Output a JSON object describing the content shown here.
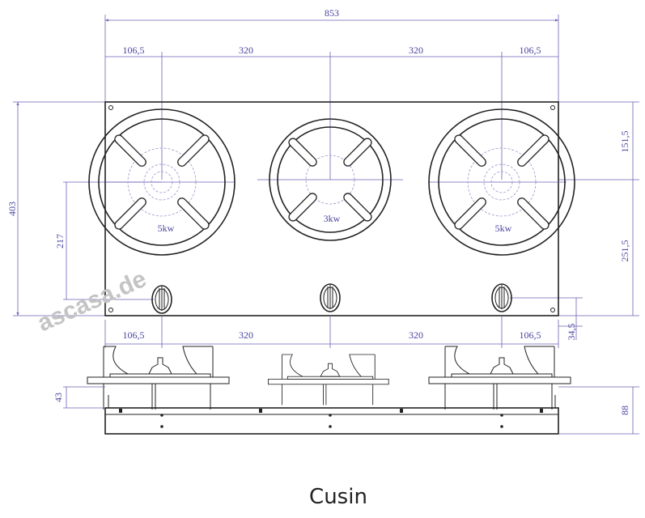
{
  "drawing": {
    "title": "Cusin",
    "watermark": "ascasa.de",
    "dimensions": {
      "total_width": "853",
      "top_left_offset": "106,5",
      "top_spacing_1": "320",
      "top_spacing_2": "320",
      "top_right_offset": "106,5",
      "total_depth": "403",
      "burner_axis_from_bottom": "217",
      "top_to_burner_axis": "151,5",
      "burner_axis_to_bottom": "251,5",
      "knob_offset": "34,5",
      "bottom_left_offset": "106,5",
      "bottom_spacing_1": "320",
      "bottom_spacing_2": "320",
      "bottom_right_offset": "106,5",
      "installation_height": "43",
      "total_height": "88"
    },
    "burners": [
      {
        "label": "5kw"
      },
      {
        "label": "3kw"
      },
      {
        "label": "5kw"
      }
    ]
  }
}
